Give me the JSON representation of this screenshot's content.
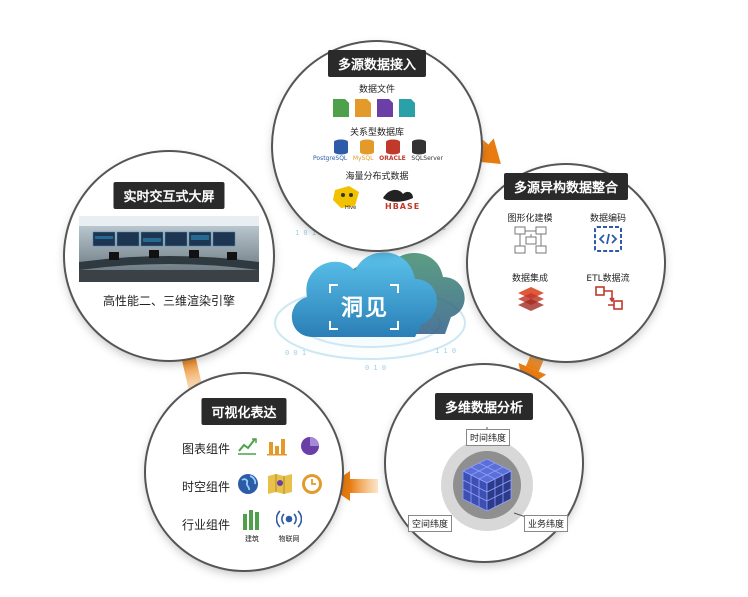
{
  "center": {
    "cloud_label": "洞见"
  },
  "ingest": {
    "title": "多源数据接入",
    "files_label": "数据文件",
    "rdb_label": "关系型数据库",
    "rdb_brands": [
      "PostgreSQL",
      "MySQL",
      "ORACLE",
      "SQLServer"
    ],
    "dist_label": "海量分布式数据",
    "dist_brands": [
      "Hive",
      "HBASE"
    ]
  },
  "integrate": {
    "title": "多源异构数据整合",
    "items": [
      "图形化建模",
      "数据编码",
      "数据集成",
      "ETL数据流"
    ]
  },
  "analysis": {
    "title": "多维数据分析",
    "axes": [
      "时间纬度",
      "空间纬度",
      "业务纬度"
    ]
  },
  "visual": {
    "title": "可视化表达",
    "rows": [
      "图表组件",
      "时空组件",
      "行业组件"
    ],
    "industry_items": [
      "建筑",
      "物联网"
    ]
  },
  "screen": {
    "title": "实时交互式大屏",
    "caption": "高性能二、三维渲染引擎"
  },
  "colors": {
    "arrow": "#e97c10",
    "cloud": "#3aa6d6",
    "accent": "#c0392b",
    "cube": "#3d4fb0"
  }
}
